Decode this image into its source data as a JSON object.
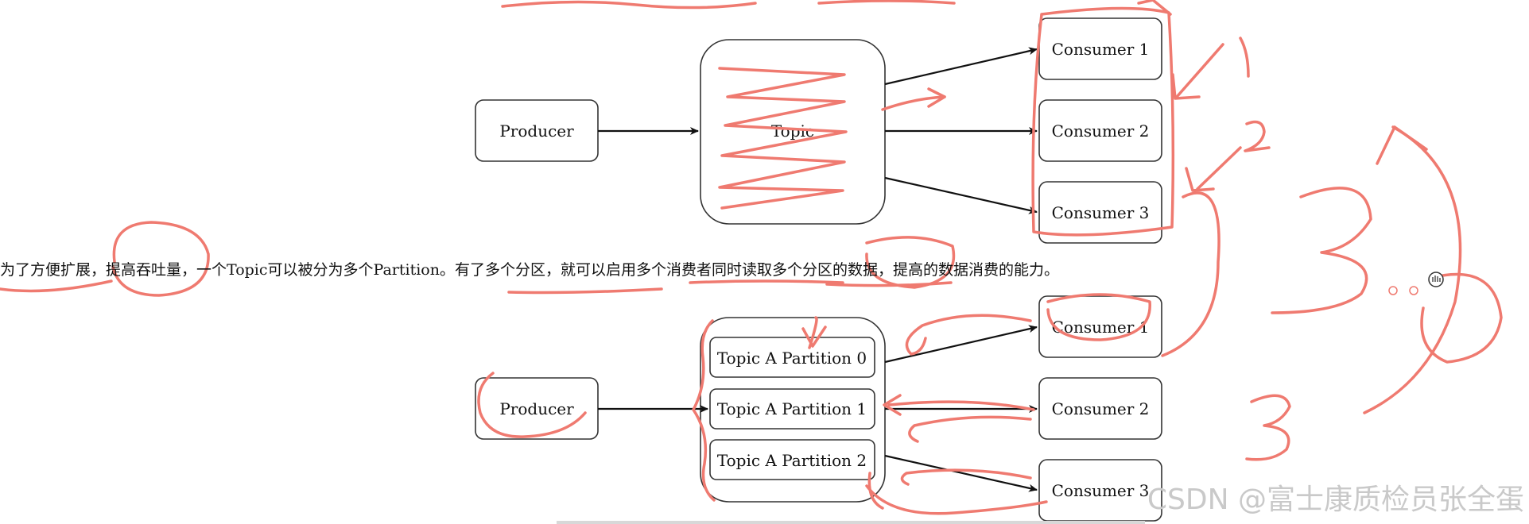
{
  "diagram1": {
    "producer": "Producer",
    "topic": "Topic",
    "consumers": [
      "Consumer 1",
      "Consumer 2",
      "Consumer 3"
    ]
  },
  "paragraph": "为了方便扩展，提高吞吐量，一个Topic可以被分为多个Partition。有了多个分区，就可以启用多个消费者同时读取多个分区的数据，提高的数据消费的能力。",
  "diagram2": {
    "producer": "Producer",
    "partitions": [
      "Topic A Partition 0",
      "Topic A Partition 1",
      "Topic A Partition 2"
    ],
    "consumers": [
      "Consumer 1",
      "Consumer 2",
      "Consumer 3"
    ]
  },
  "handwriting": {
    "digits": [
      "1",
      "2",
      "3",
      "3"
    ]
  },
  "watermark": "CSDN @富士康质检员张全蛋",
  "colors": {
    "ink": "#111111",
    "box_border": "#333333",
    "annotation": "#ef7a70",
    "watermark": "#c9c9c9"
  }
}
